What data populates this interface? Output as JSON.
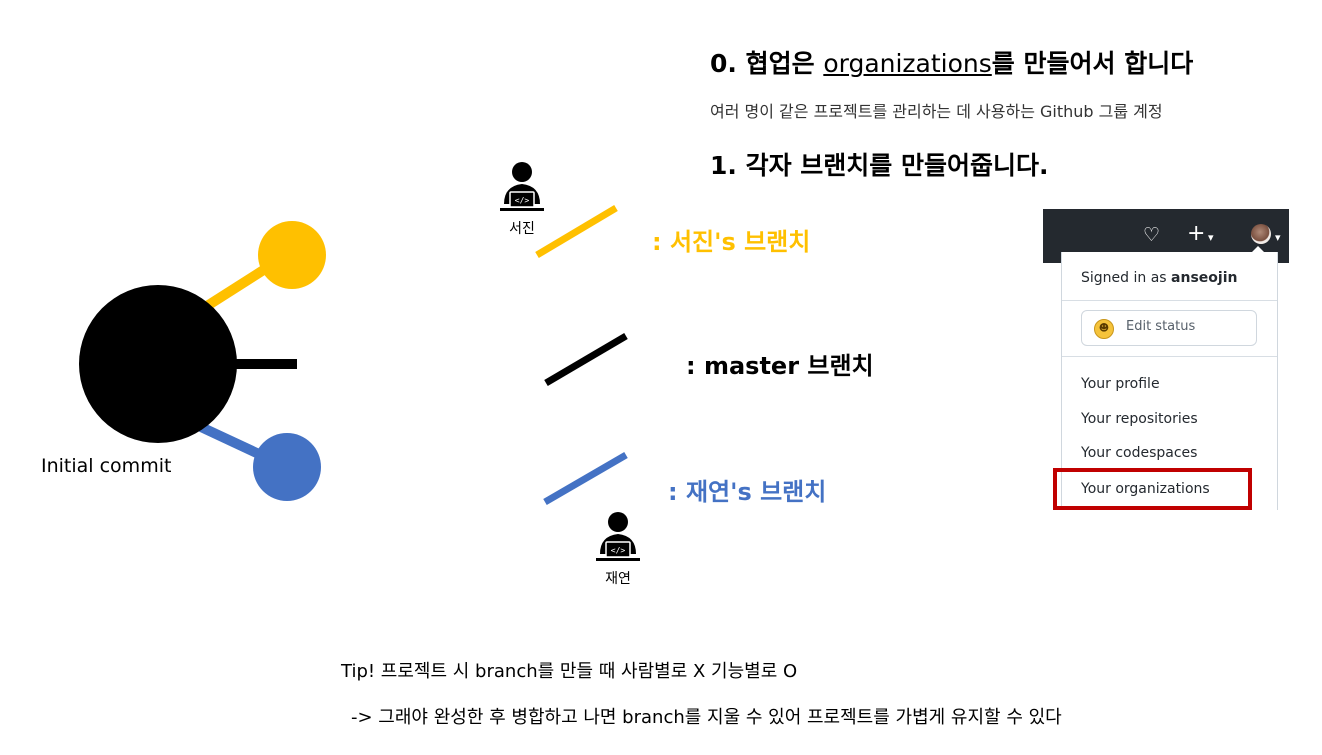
{
  "header": {
    "title_prefix": "0. 협업은 ",
    "title_link": "organizations",
    "title_suffix": "를 만들어서 합니다",
    "subtitle": "여러 명이 같은 프로젝트를 관리하는 데 사용하는 Github 그룹 계정",
    "step1": "1. 각자 브랜치를 만들어줍니다."
  },
  "diagram": {
    "commit_label": "Initial commit",
    "branches": [
      {
        "label": ":  서진's 브랜치",
        "color": "#ffc000"
      },
      {
        "label": ": master 브랜치",
        "color": "#000000"
      },
      {
        "label": ": 재연's 브랜치",
        "color": "#4472c4"
      }
    ],
    "people": [
      {
        "label": "서진",
        "icon": "developer-icon"
      },
      {
        "label": "재연",
        "icon": "developer-icon"
      }
    ]
  },
  "github_menu": {
    "bell_icon": "bell-icon",
    "plus_icon": "plus-icon",
    "signed_in_prefix": "Signed in as ",
    "username": "anseojin",
    "edit_status": "Edit status",
    "items": [
      "Your profile",
      "Your repositories",
      "Your codespaces",
      "Your organizations"
    ],
    "highlight_color": "#c00000"
  },
  "tips": {
    "line1": "Tip! 프로젝트 시 branch를 만들 때 사람별로 X 기능별로 O",
    "line2": "-> 그래야 완성한 후 병합하고 나면 branch를 지울 수 있어 프로젝트를 가볍게 유지할 수 있다"
  }
}
